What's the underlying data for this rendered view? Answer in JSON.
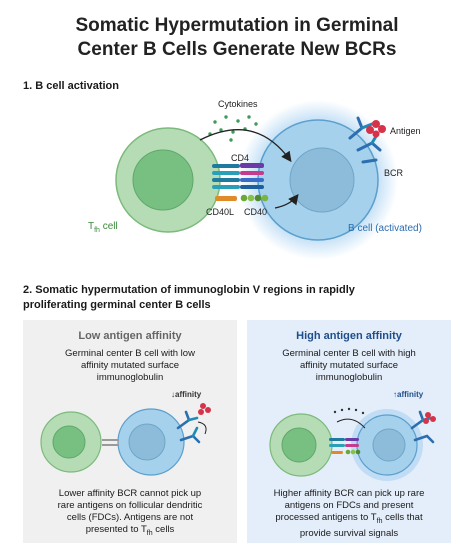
{
  "title_line1": "Somatic Hypermutation in Germinal",
  "title_line2": "Center B Cells Generate New BCRs",
  "section1": {
    "heading": "1. B cell activation",
    "labels": {
      "cytokines": "Cytokines",
      "antigen": "Antigen",
      "bcr": "BCR",
      "cd4": "CD4",
      "cd40l": "CD40L",
      "cd40": "CD40",
      "th_cell_main": "T",
      "th_cell_sub": "fh",
      "th_cell_suffix": " cell",
      "b_cell": "B cell (activated)"
    }
  },
  "section2": {
    "heading_line1": "2. Somatic hypermutation of immunoglobin V regions in rapidly",
    "heading_line2": "proliferating germinal center B cells"
  },
  "low": {
    "title": "Low antigen affinity",
    "desc_line1": "Germinal center B cell with low",
    "desc_line2": "affinity mutated surface",
    "desc_line3": "immunoglobulin",
    "affinity_label": "↓affinity",
    "foot_line1": "Lower affinity BCR cannot pick up",
    "foot_line2": "rare antigens on follicular dendritic",
    "foot_line3": "cells (FDCs). Antigens are not",
    "foot_line4_pre": "presented to T",
    "foot_line4_sub": "fh",
    "foot_line4_post": " cells"
  },
  "high": {
    "title": "High antigen affinity",
    "desc_line1": "Germinal center B cell with high",
    "desc_line2": "affinity mutated surface",
    "desc_line3": "immunoglobulin",
    "affinity_label": "↑affinity",
    "foot_line1": "Higher affinity BCR can pick up rare",
    "foot_line2": "antigens on FDCs and present",
    "foot_line3_pre": "processed antigens to T",
    "foot_line3_sub": "fh",
    "foot_line3_post": " cells that",
    "foot_line4": "provide survival signals"
  },
  "colors": {
    "th_cell_fill": "#a8d5a8",
    "th_cell_nucleus": "#6fbf7f",
    "b_cell_fill": "#9ccbe8",
    "b_cell_nucleus": "#86b8d6",
    "b_cell_glow": "#5aa9e6",
    "th_label": "#3a8a3a",
    "b_label": "#2a6db0",
    "high_title": "#1f4e8c",
    "antigen": "#d6334a"
  }
}
